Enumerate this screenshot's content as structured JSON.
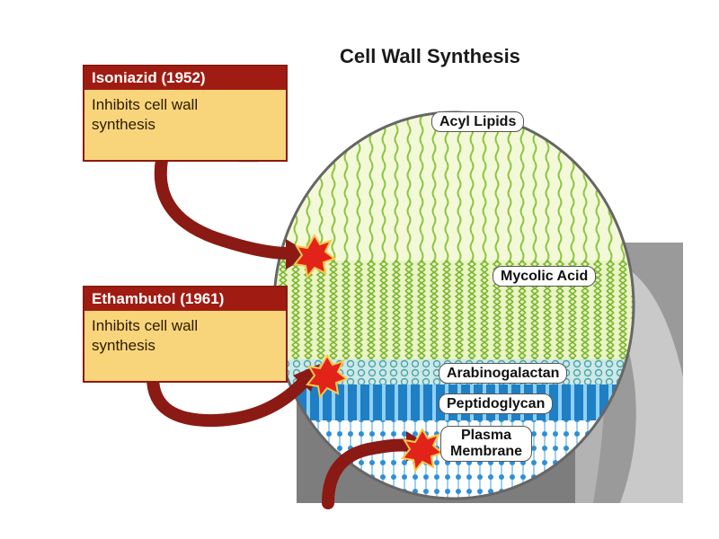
{
  "title": "Cell Wall Synthesis",
  "drugs": [
    {
      "name": "Isoniazid (1952)",
      "effect": "Inhibits cell wall synthesis"
    },
    {
      "name": "Ethambutol (1961)",
      "effect": "Inhibits cell wall synthesis"
    }
  ],
  "layers": {
    "acyl_lipids": "Acyl Lipids",
    "mycolic_acid": "Mycolic Acid",
    "arabinogalactan": "Arabinogalactan",
    "peptidoglycan": "Peptidoglycan",
    "plasma_membrane_line1": "Plasma",
    "plasma_membrane_line2": "Membrane"
  },
  "colors": {
    "drug_header": "#a01c12",
    "drug_body": "#f8d57b",
    "arrow": "#8b1a14",
    "lipid_green": "#8cc63f",
    "peptidoglycan_blue": "#1f7fc4",
    "burst": "#e2231a"
  }
}
